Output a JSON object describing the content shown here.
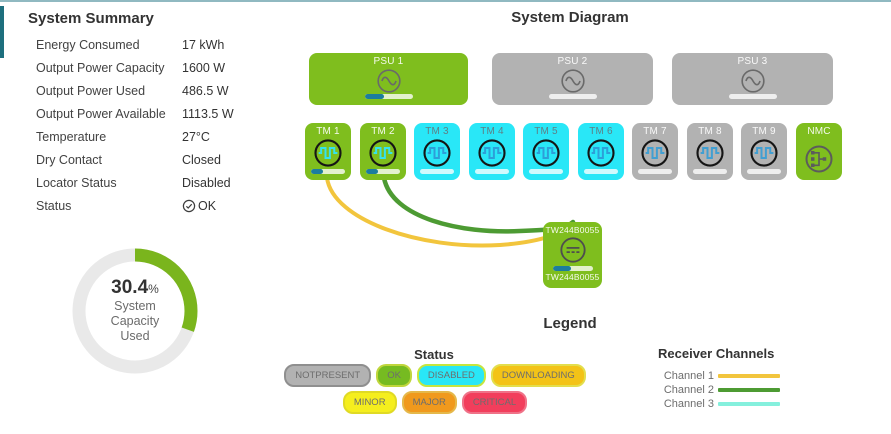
{
  "chrome": {
    "top_border_color": "#90b9c1",
    "left_accent_color": "#1e6f7e"
  },
  "summary": {
    "title": "System Summary",
    "rows": [
      {
        "label": "Energy Consumed",
        "value": "17 kWh"
      },
      {
        "label": "Output Power Capacity",
        "value": "1600 W"
      },
      {
        "label": "Output Power Used",
        "value": "486.5 W"
      },
      {
        "label": "Output Power Available",
        "value": "1113.5 W"
      },
      {
        "label": "Temperature",
        "value": "27°C"
      },
      {
        "label": "Dry Contact",
        "value": "Closed"
      },
      {
        "label": "Locator Status",
        "value": "Disabled"
      },
      {
        "label": "Status",
        "value": "OK",
        "icon": "check-circle-icon"
      }
    ]
  },
  "gauge": {
    "type": "donut",
    "value": 30.4,
    "display": "30.4",
    "unit": "%",
    "caption": [
      "System",
      "Capacity",
      "Used"
    ],
    "color": "#7ab51d",
    "track_color": "#e9e9e9"
  },
  "diagram": {
    "title": "System Diagram",
    "psus": [
      {
        "label": "PSU 1",
        "status": "ok",
        "progress": 40
      },
      {
        "label": "PSU 2",
        "status": "notpresent",
        "progress": 0
      },
      {
        "label": "PSU 3",
        "status": "notpresent",
        "progress": 0
      }
    ],
    "modules": [
      {
        "label": "TM 1",
        "status": "ok",
        "icon": "square-wave-icon",
        "progress": 35
      },
      {
        "label": "TM 2",
        "status": "ok",
        "icon": "square-wave-icon",
        "progress": 35
      },
      {
        "label": "TM 3",
        "status": "disabled",
        "icon": "square-wave-icon",
        "progress": 0
      },
      {
        "label": "TM 4",
        "status": "disabled",
        "icon": "square-wave-icon",
        "progress": 0
      },
      {
        "label": "TM 5",
        "status": "disabled",
        "icon": "square-wave-icon",
        "progress": 0
      },
      {
        "label": "TM 6",
        "status": "disabled",
        "icon": "square-wave-icon",
        "progress": 0
      },
      {
        "label": "TM 7",
        "status": "notpresent",
        "icon": "square-wave-icon",
        "progress": 0
      },
      {
        "label": "TM 8",
        "status": "notpresent",
        "icon": "square-wave-icon",
        "progress": 0
      },
      {
        "label": "TM 9",
        "status": "notpresent",
        "icon": "square-wave-icon",
        "progress": 0
      },
      {
        "label": "NMC",
        "status": "ok",
        "icon": "network-icon",
        "progress": null
      }
    ],
    "receiver": {
      "label_top": "TW244B0055",
      "label_bottom": "TW244B0055",
      "status": "ok",
      "icon": "dc-icon",
      "progress": 45
    },
    "connections": [
      {
        "from": "TM 1",
        "channel": 1
      },
      {
        "from": "TM 2",
        "channel": 2
      }
    ]
  },
  "legend": {
    "title": "Legend",
    "status": {
      "title": "Status",
      "pills_row1": [
        {
          "label": "NOTPRESENT",
          "fill": "#b2b2b2",
          "border": "#8f8f8f"
        },
        {
          "label": "OK",
          "fill": "#76bb21",
          "border": "#c0d63c"
        },
        {
          "label": "DISABLED",
          "fill": "#29e7f7",
          "border": "#c6e53e"
        },
        {
          "label": "DOWNLOADING",
          "fill": "#f3c317",
          "border": "#e3de4d"
        }
      ],
      "pills_row2": [
        {
          "label": "MINOR",
          "fill": "#f5ee1e",
          "border": "#e0da25"
        },
        {
          "label": "MAJOR",
          "fill": "#f0991d",
          "border": "#e5b84a"
        },
        {
          "label": "CRITICAL",
          "fill": "#f23e5c",
          "border": "#ef7288"
        }
      ]
    },
    "channels": {
      "title": "Receiver Channels",
      "items": [
        {
          "label": "Channel 1",
          "color": "#f2c53d"
        },
        {
          "label": "Channel 2",
          "color": "#4d9b33"
        },
        {
          "label": "Channel 3",
          "color": "#85f0dd"
        }
      ]
    }
  },
  "status_colors": {
    "ok": "#7fbe1e",
    "disabled": "#29e7f7",
    "notpresent": "#b2b2b2"
  },
  "progress_color": "#1c7d9e"
}
